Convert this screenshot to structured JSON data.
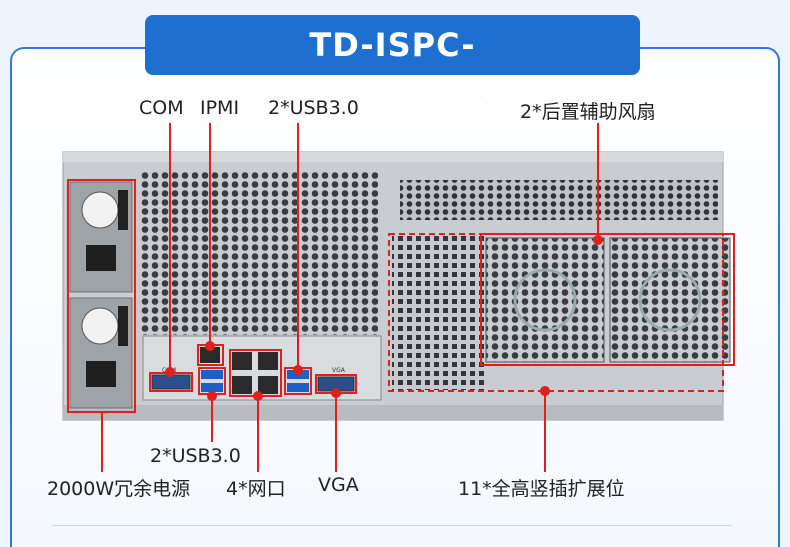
{
  "title": "TD-ISPC-710GRV2(4104GS)",
  "labels": {
    "com": "COM",
    "ipmi": "IPMI",
    "usb_top": "2*USB3.0",
    "rear_fans": "2*后置辅助风扇",
    "usb_bottom": "2*USB3.0",
    "psu": "2000W冗余电源",
    "lan": "4*网口",
    "vga": "VGA",
    "slots": "11*全高竖插扩展位"
  },
  "panel_text": {
    "com_port": "COM",
    "vga_port": "VGA"
  },
  "colors": {
    "accent_blue": "#1f6fd1",
    "callout_red": "#e0201c",
    "chassis": "#c9ccd0"
  }
}
